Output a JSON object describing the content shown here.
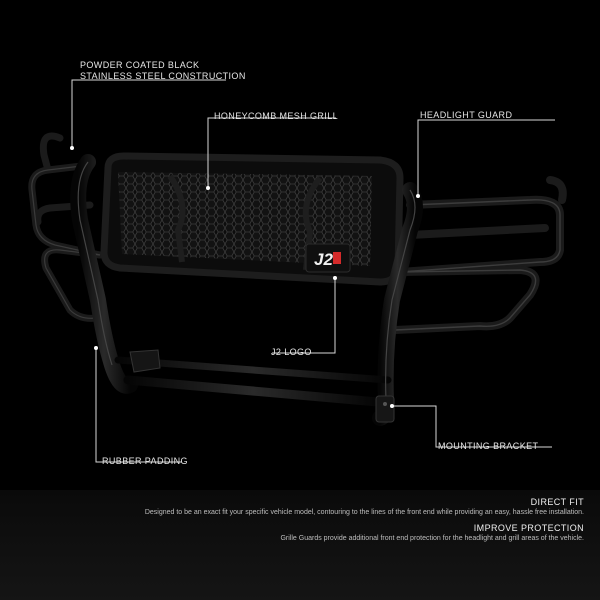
{
  "callouts": {
    "construction": [
      "POWDER COATED BLACK",
      "STAINLESS STEEL CONSTRUCTION"
    ],
    "mesh": "HONEYCOMB MESH GRILL",
    "headlight": "HEADLIGHT GUARD",
    "logo": "J2 LOGO",
    "bracket": "MOUNTING BRACKET",
    "padding": "RUBBER PADDING"
  },
  "features": [
    {
      "title": "DIRECT FIT",
      "description": "Designed to be an exact fit your specific vehicle model, contouring to the lines of the front end while providing an easy, hassle free installation."
    },
    {
      "title": "IMPROVE PROTECTION",
      "description": "Grille Guards provide additional front end protection for the headlight and grill areas of the vehicle."
    }
  ],
  "logo_mark": "J2",
  "colors": {
    "background": "#000000",
    "leader_line": "#d8d8d8",
    "logo_red": "#d42a2a"
  }
}
